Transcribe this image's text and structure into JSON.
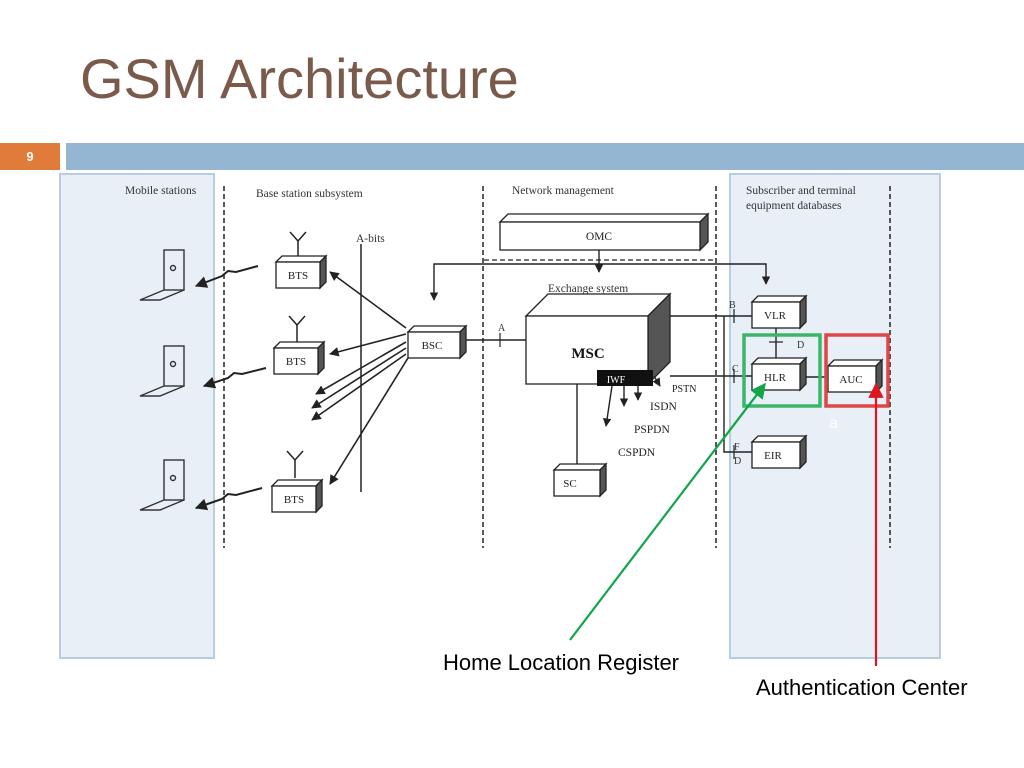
{
  "slide": {
    "title": "GSM Architecture",
    "number": "9"
  },
  "diagram": {
    "sections": {
      "mobile_stations": "Mobile stations",
      "base_station_subsystem": "Base station subsystem",
      "network_management": "Network management",
      "subscriber_db_line1": "Subscriber and terminal",
      "subscriber_db_line2": "equipment databases",
      "exchange_system": "Exchange system"
    },
    "nodes": {
      "omc": "OMC",
      "msc": "MSC",
      "iwf": "IWF",
      "bsc": "BSC",
      "bts1": "BTS",
      "bts2": "BTS",
      "bts3": "BTS",
      "vlr": "VLR",
      "hlr": "HLR",
      "auc": "AUC",
      "eir": "EIR",
      "sc": "SC"
    },
    "interfaces": {
      "a_bits": "A-bits",
      "a": "A",
      "b": "B",
      "c": "C",
      "d": "D",
      "d2": "D",
      "f": "F"
    },
    "networks": {
      "pstn": "PSTN",
      "isdn": "ISDN",
      "pspdn": "PSPDN",
      "cspdn": "CSPDN"
    },
    "stray_label": "a"
  },
  "callouts": {
    "hlr": "Home Location Register",
    "auc": "Authentication Center"
  },
  "colors": {
    "title": "#7a5a4a",
    "slide_number_bg": "#e07b39",
    "header_bar": "#94b6d2",
    "panel_fill": "#e8eff6",
    "panel_stroke": "#b7cde0",
    "hlr_highlight": "#3cb56a",
    "auc_highlight": "#e04646",
    "hlr_arrow": "#12a64a",
    "auc_arrow": "#e0141e"
  }
}
